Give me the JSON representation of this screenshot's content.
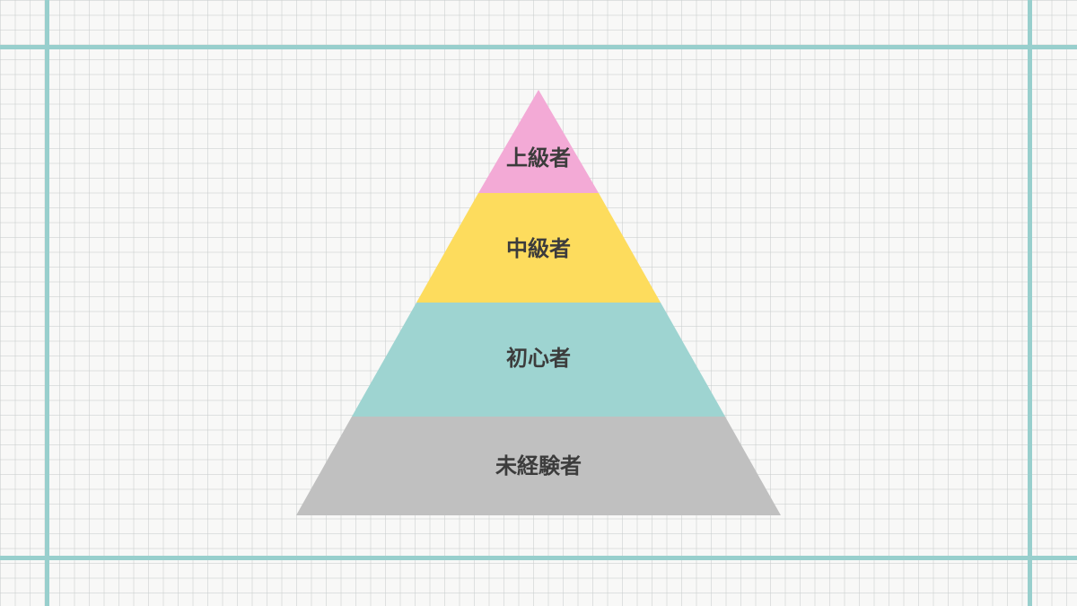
{
  "colors": {
    "frame_line": "#98cfcd",
    "grid_background": "#f8f8f7",
    "label_text": "#3c3c3c"
  },
  "pyramid": {
    "tiers": [
      {
        "label": "上級者",
        "color": "#f3aad6"
      },
      {
        "label": "中級者",
        "color": "#fddc5d"
      },
      {
        "label": "初心者",
        "color": "#9ed4d1"
      },
      {
        "label": "未経験者",
        "color": "#c0c0c0"
      }
    ]
  }
}
